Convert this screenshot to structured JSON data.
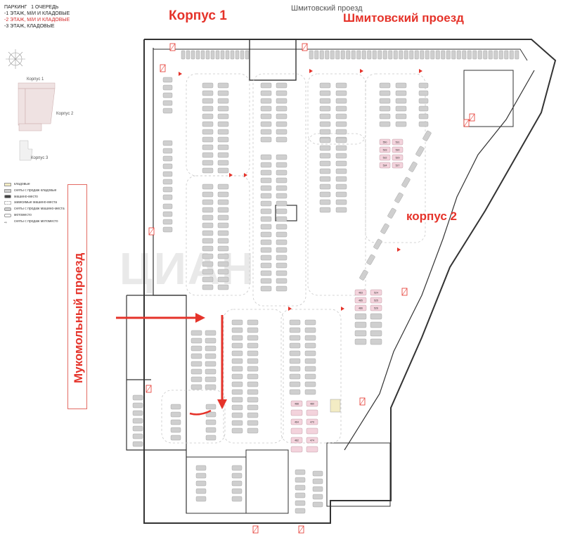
{
  "header": {
    "title": "ПАРКИНГ",
    "queue": "1 ОЧЕРЕДЬ",
    "levels": [
      {
        "text": "-1 ЭТАЖ, М/И И КЛАДОВЫЕ",
        "highlight": false
      },
      {
        "text": "-2 ЭТАЖ, М/И И КЛАДОВЫЕ",
        "highlight": true
      },
      {
        "text": "-3 ЭТАЖ, КЛАДОВЫЕ",
        "highlight": false
      }
    ]
  },
  "streets": {
    "korpus1": "Корпус 1",
    "top_grey": "Шмитовский проезд",
    "top_red": "Шмитовский проезд",
    "korpus2": "корпус 2",
    "left_vertical": "Мукомольный проезд"
  },
  "keyplan": {
    "korpus1": "Корпус 1",
    "korpus2": "Корпус 2",
    "korpus3": "Корпус 3"
  },
  "legend": [
    {
      "text": "кладовые",
      "icon": "storage-swatch"
    },
    {
      "text": "сняты с продаж кладовые",
      "icon": "unavailable-storage-swatch"
    },
    {
      "text": "машино-место",
      "icon": "parking-space-swatch"
    },
    {
      "text": "зависимые машино-места",
      "icon": "dependent-space-swatch"
    },
    {
      "text": "сняты с продаж машино-места",
      "icon": "unavailable-space-swatch"
    },
    {
      "text": "мотоместо",
      "icon": "moto-swatch"
    },
    {
      "text": "сняты с продаж мотоместо",
      "icon": "unavailable-moto-swatch"
    }
  ],
  "space_labels": {
    "upper_right_block": [
      "550",
      "531",
      "533",
      "530",
      "532",
      "529",
      "534",
      "527"
    ],
    "middle_right_block": [
      "483",
      "524",
      "485",
      "525",
      "486",
      "526"
    ],
    "lower_block": [
      "488",
      "480",
      "464",
      "470",
      "482",
      "474"
    ]
  },
  "colors": {
    "accent_red": "#e5332a",
    "highlight_space": "#f3d3dc",
    "car_fill": "#cfcfcf",
    "wall": "#333333"
  }
}
